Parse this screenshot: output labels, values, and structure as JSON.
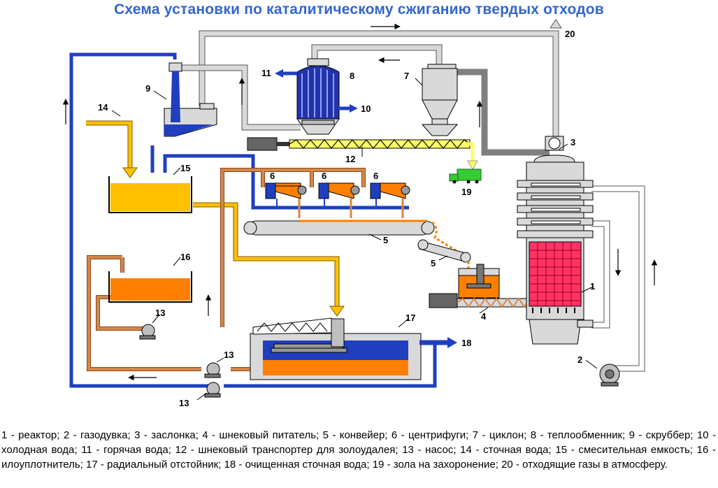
{
  "title": "Схема установки по каталитическому сжиганию твердых отходов",
  "callouts": {
    "n1": "1",
    "n2": "2",
    "n3": "3",
    "n4": "4",
    "n5a": "5",
    "n5b": "5",
    "n6a": "6",
    "n6b": "6",
    "n6c": "6",
    "n7": "7",
    "n8": "8",
    "n9": "9",
    "n10": "10",
    "n11": "11",
    "n12": "12",
    "n13a": "13",
    "n13b": "13",
    "n13c": "13",
    "n14": "14",
    "n15": "15",
    "n16": "16",
    "n17": "17",
    "n18": "18",
    "n19": "19",
    "n20": "20"
  },
  "colors": {
    "gas_line": "#d9d9d9",
    "flue_line": "#7f7f7f",
    "cold_water": "#1f3fbf",
    "waste_water": "#ffc000",
    "sludge_line": "#d4864a",
    "ash": "#ffff66",
    "reactor_bed": "#ff3366",
    "centrifuge": "#ff8000",
    "truck": "#33cc33"
  },
  "legend": [
    "1 - реактор;",
    "2 - газодувка;",
    "3 - заслонка;",
    "4 - шнековый питатель;",
    "5 - конвейер;",
    "6 - центрифуги;",
    "7 - циклон;",
    "8 - теплообменник;",
    "9 - скруббер;",
    "10 - холодная вода;",
    "11 - горячая вода;",
    "12 - шнековый транспортер для золоудалея;",
    "13 - насос;",
    "14 - сточная вода;",
    "15 - смесительная емкость;",
    "16 - илоуплотнитель;",
    "17 - радиальный отстойник;",
    "18 - очищенная сточная вода;",
    "19 - зола на захоронение;",
    "20 - отходящие газы в атмосферу."
  ]
}
